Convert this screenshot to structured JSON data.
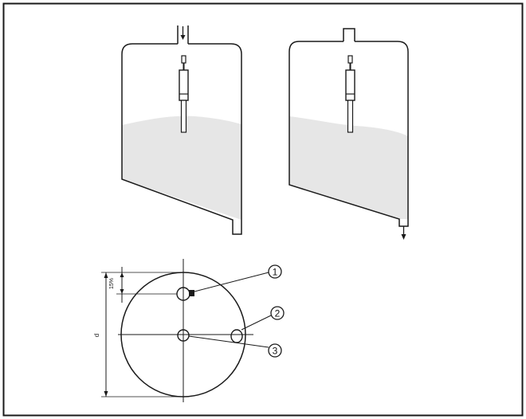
{
  "callouts": {
    "one": "1",
    "two": "2",
    "three": "3"
  },
  "dimensions": {
    "offset": "15%",
    "diameter": "d"
  },
  "colors": {
    "outline": "#1a1a1a",
    "liquid": "#e6e6e6",
    "background": "#ffffff"
  }
}
